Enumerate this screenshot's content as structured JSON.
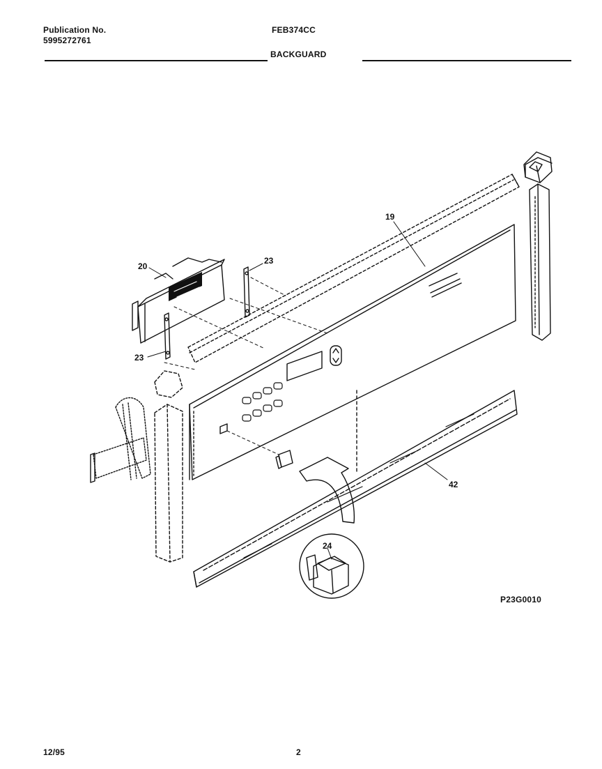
{
  "header": {
    "publication_label": "Publication No.",
    "publication_number": "5995272761",
    "model": "FEB374CC",
    "section_title": "BACKGUARD"
  },
  "callouts": {
    "part_19": "19",
    "part_20": "20",
    "part_23_upper": "23",
    "part_23_lower": "23",
    "part_24": "24",
    "part_42": "42"
  },
  "diagram_code": "P23G0010",
  "footer": {
    "date": "12/95",
    "page": "2"
  }
}
